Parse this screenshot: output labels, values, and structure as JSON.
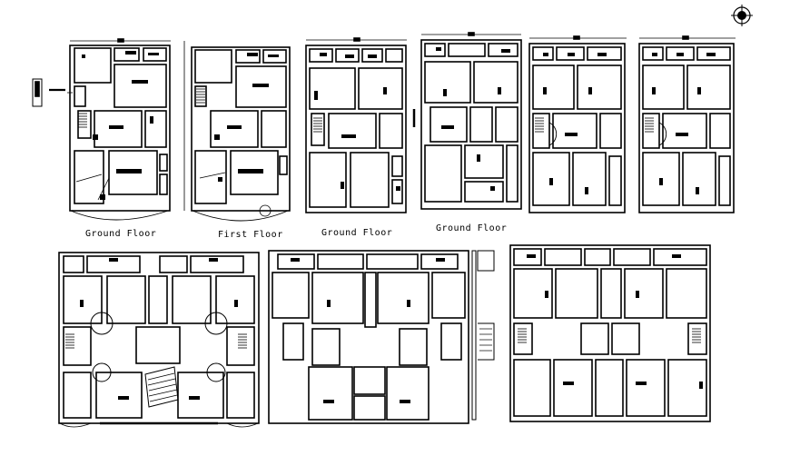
{
  "labels": {
    "plan_1": "Ground Floor",
    "plan_2": "First Floor",
    "plan_3": "Ground Floor",
    "plan_4": "Ground Floor"
  },
  "colors": {
    "background": "#ffffff",
    "line": "#000000"
  },
  "icons": {
    "north_symbol": "compass-north-icon"
  }
}
